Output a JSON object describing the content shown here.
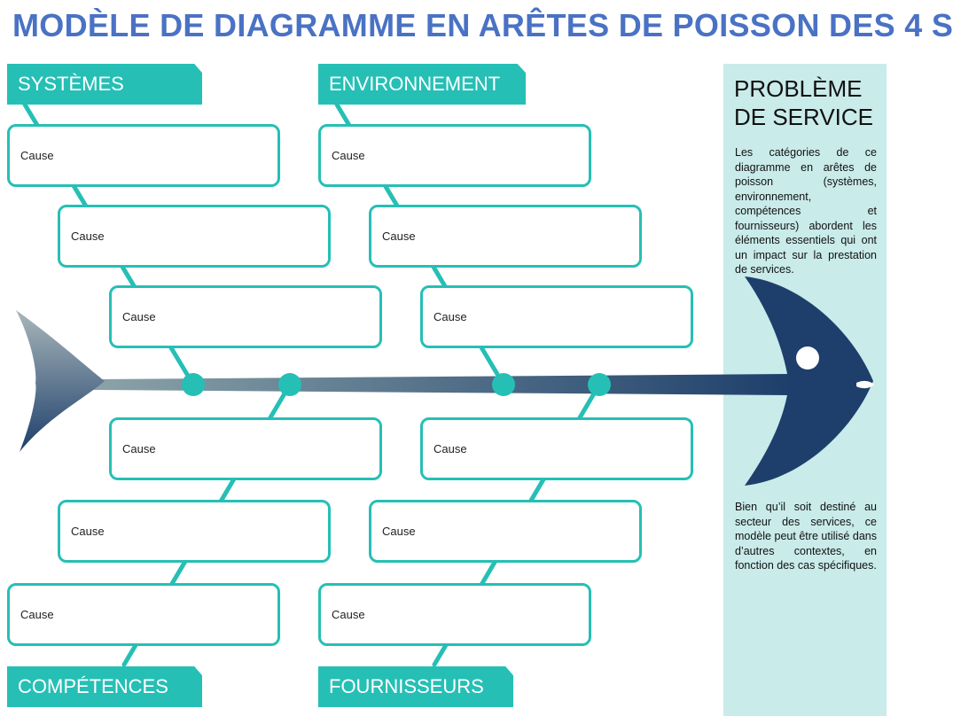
{
  "title": "MODÈLE DE DIAGRAMME EN ARÊTES DE POISSON DES 4 S",
  "categories": {
    "top_left": "SYSTÈMES",
    "top_right": "ENVIRONNEMENT",
    "bottom_left": "COMPÉTENCES",
    "bottom_right": "FOURNISSEURS"
  },
  "cause_label": "Cause",
  "panel": {
    "heading": "PROBLÈME\nDE SERVICE",
    "text1": "Les catégories de ce diagramme en arêtes de poisson (systèmes, environnement, compétences et fournisseurs) abordent les éléments essentiels qui ont un impact sur la prestation de services.",
    "text2": "Bien qu’il soit destiné au secteur des services, ce modèle peut être utilisé dans d’autres contextes, en fonction des cas spécifiques."
  },
  "colors": {
    "title": "#4a72c4",
    "accent": "#26bfb5",
    "fish_head": "#1e3f6b",
    "panel": "#c9ebea"
  }
}
